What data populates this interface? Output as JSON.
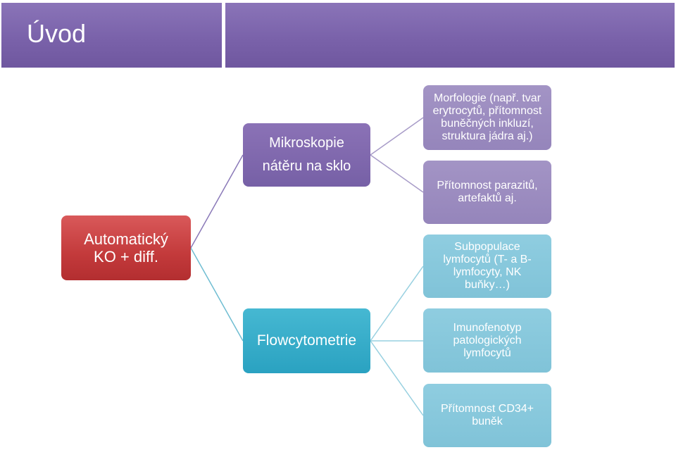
{
  "slide": {
    "title": "Úvod"
  },
  "diagram": {
    "root": "Automatický\nKO + diff.",
    "branches": [
      {
        "label": "Mikroskopie\nnátěru na sklo",
        "color": "#7a63aa",
        "leaves": [
          "Morfologie (např. tvar\nerytrocytů, přítomnost\nbuněčných inkluzí,\nstruktura jádra aj.)",
          "Přítomnost parazitů,\nartefaktů aj."
        ]
      },
      {
        "label": "Flowcytometrie",
        "color": "#2fa6c4",
        "leaves": [
          "Subpopulace\nlymfocytů (T- a B-\nlymfocyty, NK\nbuňky…)",
          "Imunofenotyp\npatologických\nlymfocytů",
          "Přítomnost CD34+\nbuněk"
        ]
      }
    ],
    "colors": {
      "header": "#7a62aa",
      "root": "#c33a3b",
      "leaf_purple": "#9a8bbf",
      "leaf_teal": "#86c7db"
    }
  }
}
